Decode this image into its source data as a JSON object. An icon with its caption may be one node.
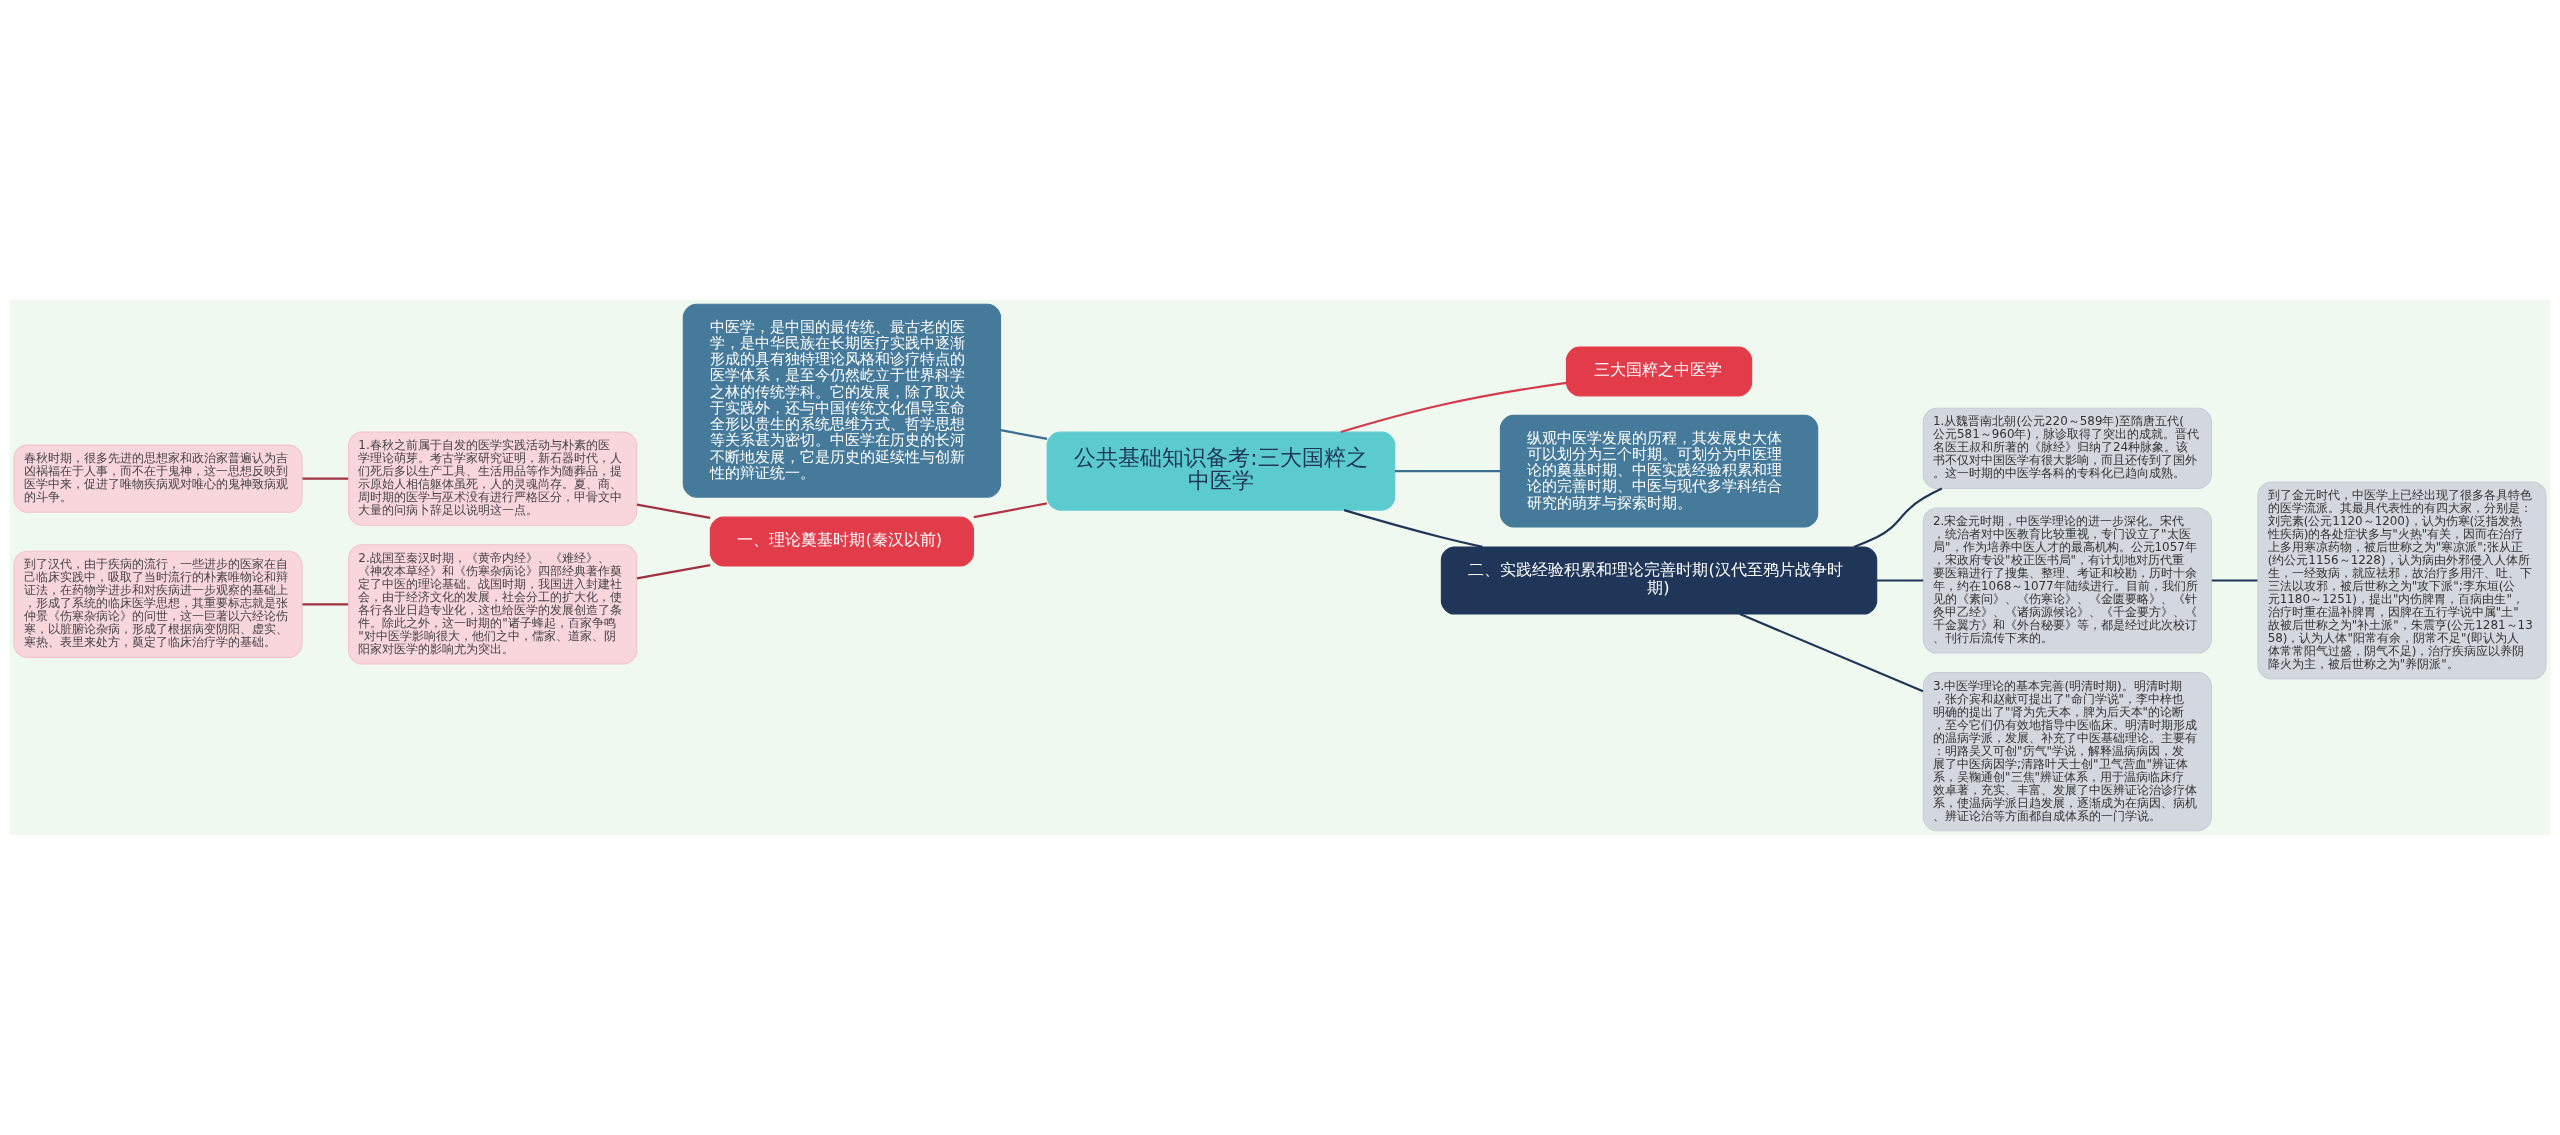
{
  "diagram": {
    "nodes": [
      {
        "text": [
          "公共基础知识备考:三大国粹之中医学"
        ]
      },
      {
        "text": [
          "中医学，是中国的最传统、最古老的医学，是中华民族在长期医疗实践中逐渐形成的具有独特理论风格和诊疗特点的医学体系，是至今仍然屹立于世界科学之林的传统学科。它的发展，除了取决于实践外，还与中国传统文化倡导宝命全形以贵生的系统思维方式、哲学思想等关系甚为密切。中医学在历史的长河不断地发展，它是历史的延续性与创新性的辩证统一。"
        ]
      },
      {
        "text": [
          "三大国粹之中医学"
        ]
      },
      {
        "text": [
          "纵观中医学发展的历程，其发展史大体可以划分为三个时期。可划分为中医理论的奠基时期、中医实践经验积累和理论的完善时期、中医与现代多学科结合研究的萌芽与探索时期。"
        ]
      },
      {
        "text": [
          "一、理论奠基时期(秦汉以前)"
        ]
      },
      {
        "text": [
          "1.春秋之前属于自发的医学实践活动与朴素的医学理论萌芽。考古学家研究证明，新石器时代，人们死后多以生产工具、生活用品等作为随葬品，提示原始人相信躯体虽死，人的灵魂尚存。夏、商、周时期的医学与巫术没有进行严格区分，甲骨文中大量的问病卜辞足以说明这一点。"
        ]
      },
      {
        "text": [
          "春秋时期，很多先进的思想家和政治家普遍认为吉凶祸福在于人事，而不在于鬼神，这一思想反映到医学中来，促进了唯物疾病观对唯心的鬼神致病观的斗争。"
        ]
      },
      {
        "text": [
          "2.战国至秦汉时期，《黄帝内经》、《难经》、《神农本草经》和《伤寒杂病论》四部经典著作奠定了中医的理论基础。战国时期，我国进入封建社会，由于经济文化的发展，社会分工的扩大化，使各行各业日趋专业化，这也给医学的发展创造了条件。除此之外，这一时期的\"诸子蜂起，百家争鸣\"对中医学影响很大，他们之中，儒家、道家、阴阳家对医学的影响尤为突出。"
        ]
      },
      {
        "text": [
          "到了汉代，由于疾病的流行，一些进步的医家在自己临床实践中，吸取了当时流行的朴素唯物论和辩证法，在药物学进步和对疾病进一步观察的基础上，形成了系统的临床医学思想，其重要标志就是张仲景《伤寒杂病论》的问世，这一巨著以六经论伤寒，以脏腑论杂病，形成了根据病变阴阳、虚实、寒热、表里来处方，奠定了临床治疗学的基础。"
        ]
      },
      {
        "text": [
          "二、实践经验积累和理论完善时期(汉代至鸦片战争时期)"
        ]
      },
      {
        "text": [
          "1.从魏晋南北朝(公元220～589年)至隋唐五代(公元581～960年)，脉诊取得了突出的成就。晋代名医王叔和所著的《脉经》归纳了24种脉象。该书不仅对中国医学有很大影响，而且还传到了国外。这一时期的中医学各科的专科化已趋向成熟。"
        ]
      },
      {
        "text": [
          "2.宋金元时期，中医学理论的进一步深化。宋代，统治者对中医教育比较重视，专门设立了\"太医局\"，作为培养中医人才的最高机构。公元1057年，宋政府专设\"校正医书局\"，有计划地对历代重要医籍进行了搜集、整理、考证和校勘，历时十余年，约在1068～1077年陆续进行。目前，我们所见的《素问》、《伤寒论》、《金匮要略》、《针灸甲乙经》、《诸病源候论》、《千金要方》、《千金翼方》和《外台秘要》等，都是经过此次校订、刊行后流传下来的。"
        ]
      },
      {
        "text": [
          "到了金元时代，中医学上已经出现了很多各具特色的医学流派。其最具代表性的有四大家，分别是：刘完素(公元1120～1200)，认为伤寒(泛指发热性疾病)的各处症状多与\"火热\"有关，因而在治疗上多用寒凉药物，被后世称之为\"寒凉派\";张从正(约公元1156～1228)，认为病由外邪侵入人体所生，一经致病，就应祛邪，故治疗多用汗、吐、下三法以攻邪，被后世称之为\"攻下派\";李东垣(公元1180～1251)，提出\"内伤脾胃，百病由生\"，治疗时重在温补脾胃，因脾在五行学说中属\"土\"故被后世称之为\"补土派\"，朱震亨(公元1281～1358)，认为人体\"阳常有余，阴常不足\"(即认为人体常常阳气过盛，阴气不足)，治疗疾病应以养阴降火为主，被后世称之为\"养阴派\"。"
        ]
      },
      {
        "text": [
          "3.中医学理论的基本完善(明清时期)。明清时期，张介宾和赵献可提出了\"命门学说\"，李中梓也明确的提出了\"肾为先天本，脾为后天本\"的论断，至今它们仍有效地指导中医临床。明清时期形成的温病学派，发展、补充了中医基础理论。主要有：明路吴又可创\"疠气\"学说，解释温病病因，发展了中医病因学;清路叶天士创\"卫气营血\"辨证体系，吴鞠通创\"三焦\"辨证体系，用于温病临床疗效卓著，充实、丰富、发展了中医辨证论治诊疗体系，使温病学派日趋发展，逐渐成为在病因、病机、辨证论治等方面都自成体系的一门学说。"
        ]
      }
    ],
    "edges": [
      {
        "from": 0,
        "to": 1,
        "arrow": "none",
        "color": "#3d6d8f"
      },
      {
        "from": 0,
        "to": 2,
        "arrow": "none",
        "color": "#d33a4a"
      },
      {
        "from": 0,
        "to": 3,
        "arrow": "none",
        "color": "#3d6d8f"
      },
      {
        "from": 0,
        "to": 4,
        "arrow": "none",
        "color": "#b03444"
      },
      {
        "from": 4,
        "to": 5,
        "arrow": "none",
        "color": "#a0313f"
      },
      {
        "from": 5,
        "to": 6,
        "arrow": "none",
        "color": "#a0313f"
      },
      {
        "from": 4,
        "to": 7,
        "arrow": "none",
        "color": "#a0313f"
      },
      {
        "from": 7,
        "to": 8,
        "arrow": "none",
        "color": "#a0313f"
      },
      {
        "from": 0,
        "to": 9,
        "arrow": "none"
      },
      {
        "from": 9,
        "to": 10,
        "arrow": "none"
      },
      {
        "from": 9,
        "to": 11,
        "arrow": "none"
      },
      {
        "from": 11,
        "to": 12,
        "arrow": "none"
      },
      {
        "from": 9,
        "to": 13,
        "arrow": "none"
      }
    ]
  }
}
